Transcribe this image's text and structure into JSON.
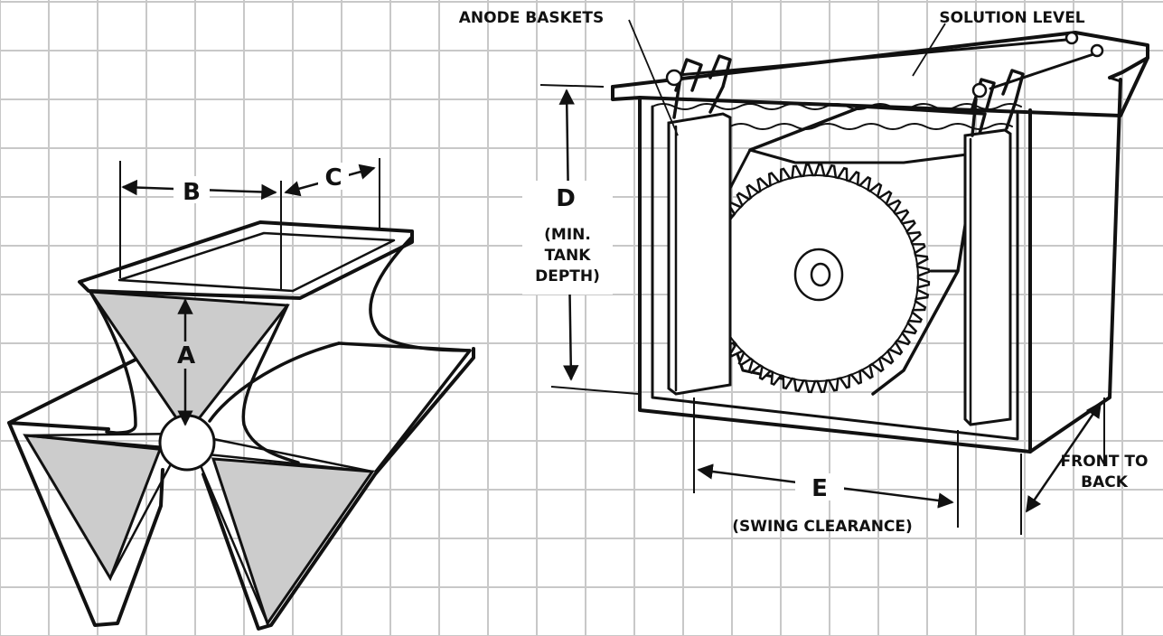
{
  "colors": {
    "grid": "#c8c8c8",
    "ink": "#111111",
    "shade": "#cccccc",
    "paper": "#ffffff"
  },
  "left_diagram": {
    "dim_a": "A",
    "dim_b": "B",
    "dim_c": "C"
  },
  "right_diagram": {
    "anode_baskets": "ANODE BASKETS",
    "solution_level": "SOLUTION LEVEL",
    "dim_d": "D",
    "min_tank_depth": [
      "(MIN.",
      "TANK",
      "DEPTH)"
    ],
    "dim_e": "E",
    "swing_clearance": "(SWING CLEARANCE)",
    "front_to_back": [
      "FRONT TO",
      "BACK"
    ]
  }
}
